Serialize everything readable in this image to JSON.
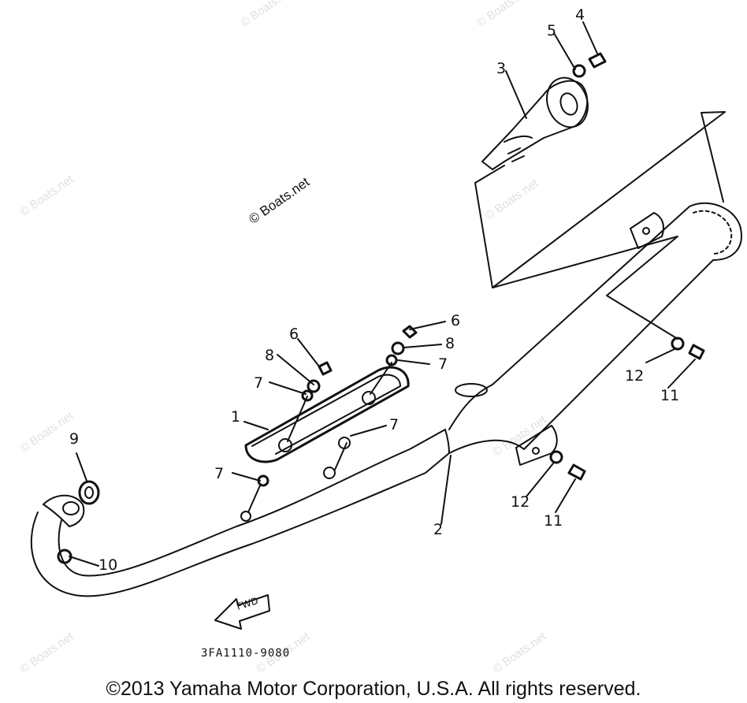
{
  "watermark_text": "© Boats.net",
  "watermark_faint_text": "© Boats.net",
  "callouts": [
    "1",
    "2",
    "3",
    "4",
    "5",
    "6",
    "6",
    "7",
    "7",
    "7",
    "7",
    "7",
    "8",
    "8",
    "9",
    "10",
    "11",
    "11",
    "12",
    "12"
  ],
  "fwd_label": "FWD",
  "diagram_code": "3FA1110-9080",
  "copyright": "©2013 Yamaha Motor Corporation, U.S.A. All rights reserved."
}
